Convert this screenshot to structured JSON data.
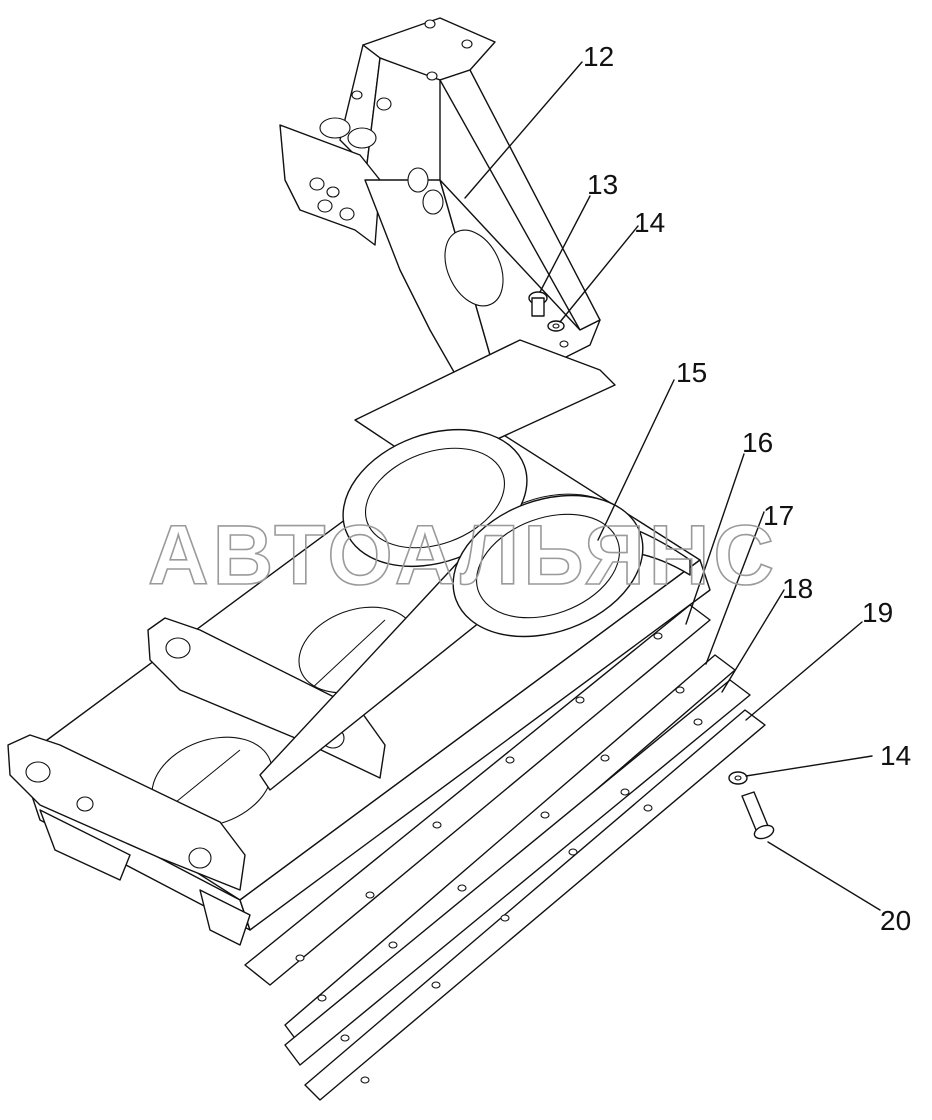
{
  "watermark": "АВТОАЛЬЯНС",
  "callouts": [
    {
      "id": "12",
      "label": "12"
    },
    {
      "id": "13",
      "label": "13"
    },
    {
      "id": "14a",
      "label": "14"
    },
    {
      "id": "15",
      "label": "15"
    },
    {
      "id": "16",
      "label": "16"
    },
    {
      "id": "17",
      "label": "17"
    },
    {
      "id": "18",
      "label": "18"
    },
    {
      "id": "19",
      "label": "19"
    },
    {
      "id": "14b",
      "label": "14"
    },
    {
      "id": "20",
      "label": "20"
    }
  ]
}
